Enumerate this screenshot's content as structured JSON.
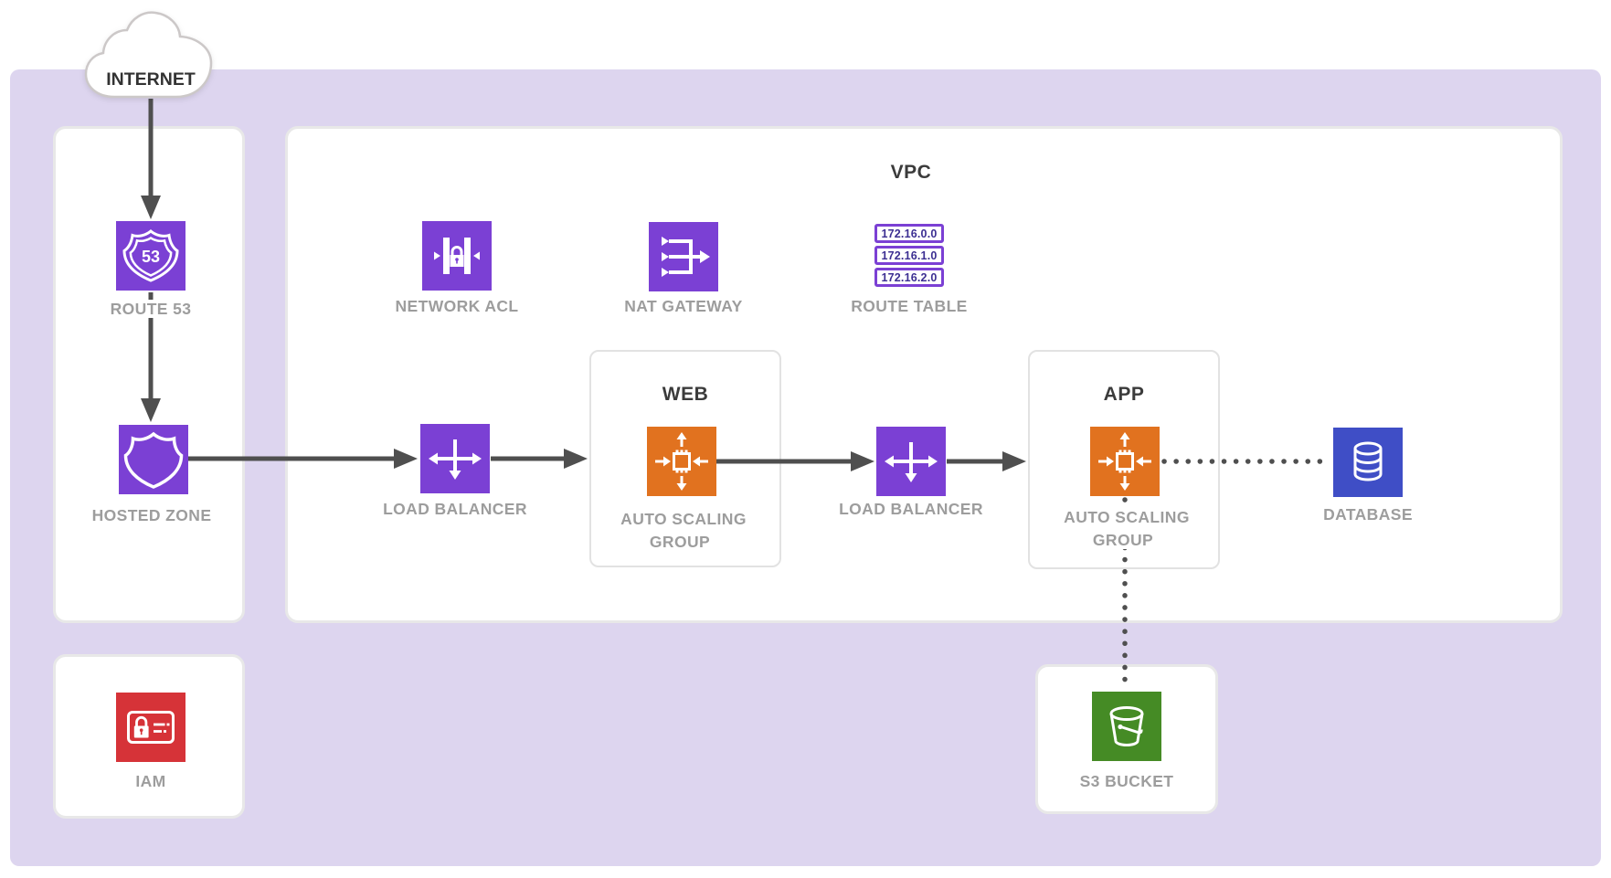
{
  "colors": {
    "background": "#ffffff",
    "boundary": "#ddd5ef",
    "panel": "#ffffff",
    "purple": "#7b40d4",
    "orange": "#e1721f",
    "blue": "#3f4ec6",
    "green": "#458b25",
    "red": "#d63338",
    "arrow": "#4f4f4f",
    "label": "#9d9d9d",
    "title": "#3b3b3b",
    "route_table_text": "#3c2f92"
  },
  "internet": {
    "label": "INTERNET"
  },
  "vpc": {
    "title": "VPC"
  },
  "tiers": {
    "web": {
      "title": "WEB"
    },
    "app": {
      "title": "APP"
    }
  },
  "nodes": {
    "route53": {
      "label": "ROUTE 53",
      "icon_text": "53"
    },
    "hosted_zone": {
      "label": "HOSTED ZONE"
    },
    "network_acl": {
      "label": "NETWORK ACL"
    },
    "nat_gateway": {
      "label": "NAT GATEWAY"
    },
    "route_table": {
      "label": "ROUTE TABLE",
      "entries": [
        "172.16.0.0",
        "172.16.1.0",
        "172.16.2.0"
      ]
    },
    "load_balancer_web": {
      "label": "LOAD BALANCER"
    },
    "asg_web": {
      "label": "AUTO SCALING GROUP"
    },
    "load_balancer_app": {
      "label": "LOAD BALANCER"
    },
    "asg_app": {
      "label": "AUTO SCALING GROUP"
    },
    "database": {
      "label": "DATABASE"
    },
    "s3_bucket": {
      "label": "S3 BUCKET"
    },
    "iam": {
      "label": "IAM"
    }
  }
}
